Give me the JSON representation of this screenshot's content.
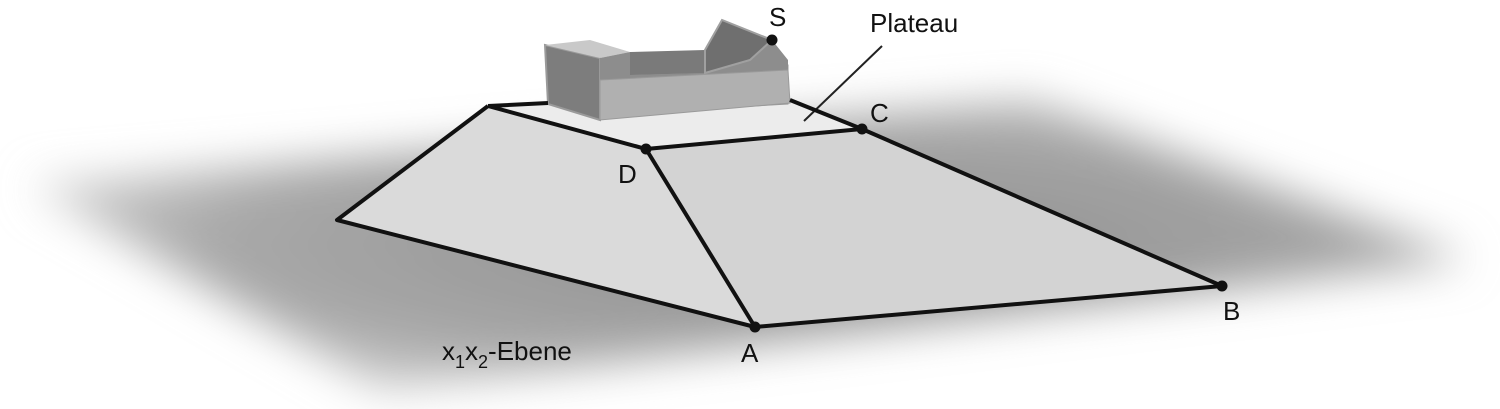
{
  "figure": {
    "labels": {
      "plane_prefix_1": "x",
      "plane_sub_1": "1",
      "plane_prefix_2": "x",
      "plane_sub_2": "2",
      "plane_suffix": "-Ebene",
      "plateau": "Plateau",
      "point_a": "A",
      "point_b": "B",
      "point_c": "C",
      "point_d": "D",
      "point_s": "S"
    },
    "colors": {
      "ground_dark": "#8c8c8c",
      "ground_light": "#ffffff",
      "body_fill": "#d9d9d9",
      "plateau_fill": "#e8e8e8",
      "edge": "#111111",
      "building_dark": "#7f7f7f",
      "building_mid": "#a6a6a6",
      "building_light": "#c4c4c4"
    }
  }
}
